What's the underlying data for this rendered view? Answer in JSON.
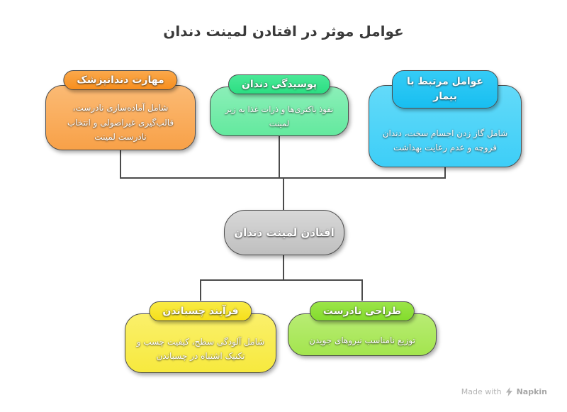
{
  "title": "عوامل موثر در افتادن لمینت دندان",
  "nodes": {
    "dentist_skill": {
      "header": "مهارت دندانپزشک",
      "body": "شامل آماده‌سازی نادرست، قالب‌گیری غیراصولی و انتخاب نادرست لمینت",
      "header_color": "#F78E1E",
      "body_color": "#F9A855"
    },
    "tooth_decay": {
      "header": "پوسیدگی دندان",
      "body": "نفوذ باکتری‌ها و ذرات غذا به زیر لمینت",
      "header_color": "#2BDE82",
      "body_color": "#70EBA7"
    },
    "patient_factors": {
      "header": "عوامل مرتبط با بیمار",
      "body": "شامل گاز زدن اجسام سخت، دندان قروچه و عدم رعایت بهداشت",
      "header_color": "#18BEF0",
      "body_color": "#4AD2F8"
    },
    "center": {
      "label": "افتادن لمینت دندان",
      "color": "#C9C9C9"
    },
    "bonding_process": {
      "header": "فرآیند چسباندن",
      "body": "شامل آلودگی سطح، کیفیت چسب و تکنیک اشتباه در چسباندن",
      "header_color": "#F5DF1A",
      "body_color": "#F9EC55"
    },
    "incorrect_design": {
      "header": "طراحی نادرست",
      "body": "توزیع نامناسب نیروهای جویدن",
      "header_color": "#83DC2C",
      "body_color": "#ACE860"
    }
  },
  "connector_color": "#4B4B4B",
  "watermark": {
    "prefix": "Made with",
    "brand": "Napkin"
  }
}
